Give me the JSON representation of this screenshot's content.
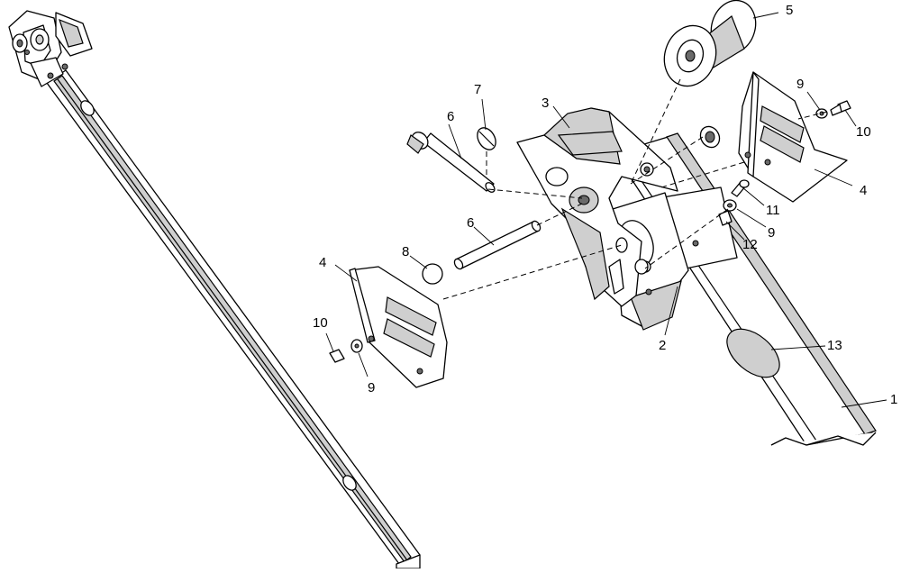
{
  "callouts": [
    {
      "id": "c5",
      "text": "5"
    },
    {
      "id": "c9a",
      "text": "9"
    },
    {
      "id": "c10a",
      "text": "10"
    },
    {
      "id": "c7",
      "text": "7"
    },
    {
      "id": "c3",
      "text": "3"
    },
    {
      "id": "c6a",
      "text": "6"
    },
    {
      "id": "c4a",
      "text": "4"
    },
    {
      "id": "c11",
      "text": "11"
    },
    {
      "id": "c9b",
      "text": "9"
    },
    {
      "id": "c6b",
      "text": "6"
    },
    {
      "id": "c12",
      "text": "12"
    },
    {
      "id": "c8",
      "text": "8"
    },
    {
      "id": "c4b",
      "text": "4"
    },
    {
      "id": "c10b",
      "text": "10"
    },
    {
      "id": "c9c",
      "text": "9"
    },
    {
      "id": "c2",
      "text": "2"
    },
    {
      "id": "c13",
      "text": "13"
    },
    {
      "id": "c1",
      "text": "1"
    }
  ]
}
